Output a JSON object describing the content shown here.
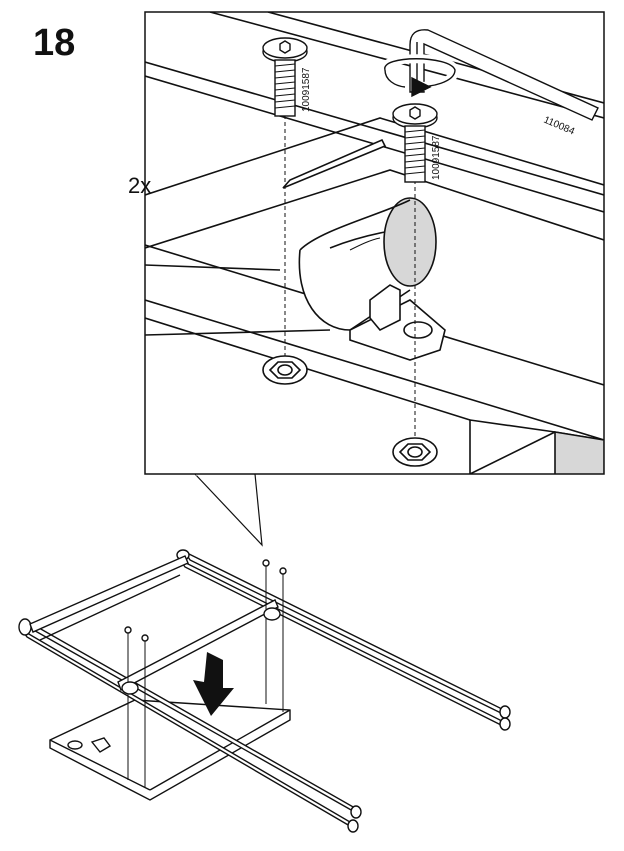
{
  "step": {
    "number": "18"
  },
  "detail": {
    "quantity": "2x",
    "screw_part_left": "10091587",
    "screw_part_right": "10091587",
    "hex_key_part": "110084"
  },
  "colors": {
    "line": "#111111",
    "shade": "#d7d7d7",
    "dark_shade": "#9a9a9a",
    "paper": "#ffffff"
  }
}
